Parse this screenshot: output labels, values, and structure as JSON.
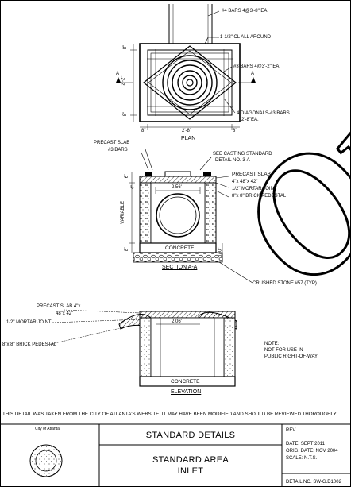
{
  "plan": {
    "title": "PLAN",
    "callout_bars_4": "#4 BARS 4@3'-8\" EA.",
    "callout_clear": "1-1/2\" CL ALL AROUND",
    "callout_bars_3": "#3 BARS 4@3'-2\" EA.",
    "callout_diagonals": "4 DIAGONALS-#3 BARS",
    "callout_diagonals_len": "2'-8\"EA.",
    "dim_left_top": "8\"",
    "dim_left_mid": "2'-2\"",
    "dim_left_bot": "8\"",
    "dim_bottom_left": "8\"",
    "dim_bottom_mid": "2'-8\"",
    "dim_bottom_right": "8\"",
    "section_mark_left": "A",
    "section_mark_right": "A"
  },
  "section": {
    "title": "SECTION A-A",
    "precast_slab": "PRECAST SLAB",
    "bars": "#3 BARS",
    "casting_ref_1": "SEE CASTING STANDARD",
    "casting_ref_2": "DETAIL NO. 3-A",
    "slab_label": "PRECAST SLAB",
    "slab_size": "4\"x 48\"x 42\"",
    "mortar": "1/2\" MORTAR JOINT",
    "brick": "8\"x 8\" BRICK PEDESTAL",
    "dim_opening": "2.56'",
    "dim_top": "6\"",
    "dim_top2": "4\"",
    "variable": "VARIABLE",
    "dim_base": "8\"",
    "dim_right": "1'-0\"",
    "concrete": "CONCRETE",
    "stone": "CRUSHED STONE #57 (TYP)"
  },
  "elevation": {
    "title": "ELEVATION",
    "precast_slab": "PRECAST SLAB  4\"x",
    "precast_size": "48\"x 42\"",
    "mortar": "1/2\" MORTAR JOINT",
    "brick": "8\"x 8\" BRICK PEDESTAL",
    "dim_opening": "2.06'",
    "concrete": "CONCRETE",
    "note_1": "NOTE:",
    "note_2": "NOT FOR USE IN",
    "note_3": "PUBLIC RIGHT-OF-WAY"
  },
  "disclaimer": "THIS DETAIL WAS TAKEN FROM THE CITY OF ATLANTA'S WEBSITE.  IT MAY HAVE BEEN MODIFIED AND SHOULD BE REVIEWED THOROUGHLY.",
  "title_block": {
    "agency": "City of Atlanta",
    "header": "STANDARD DETAILS",
    "title_line1": "STANDARD AREA",
    "title_line2": "INLET",
    "rev": "REV.",
    "date": "DATE: SEPT 2011",
    "orig_date": "ORIG. DATE: NOV 2004",
    "scale": "SCALE: N.T.S.",
    "detail_no": "DETAIL NO. SW-G.D1002"
  },
  "watermark": "Ord"
}
